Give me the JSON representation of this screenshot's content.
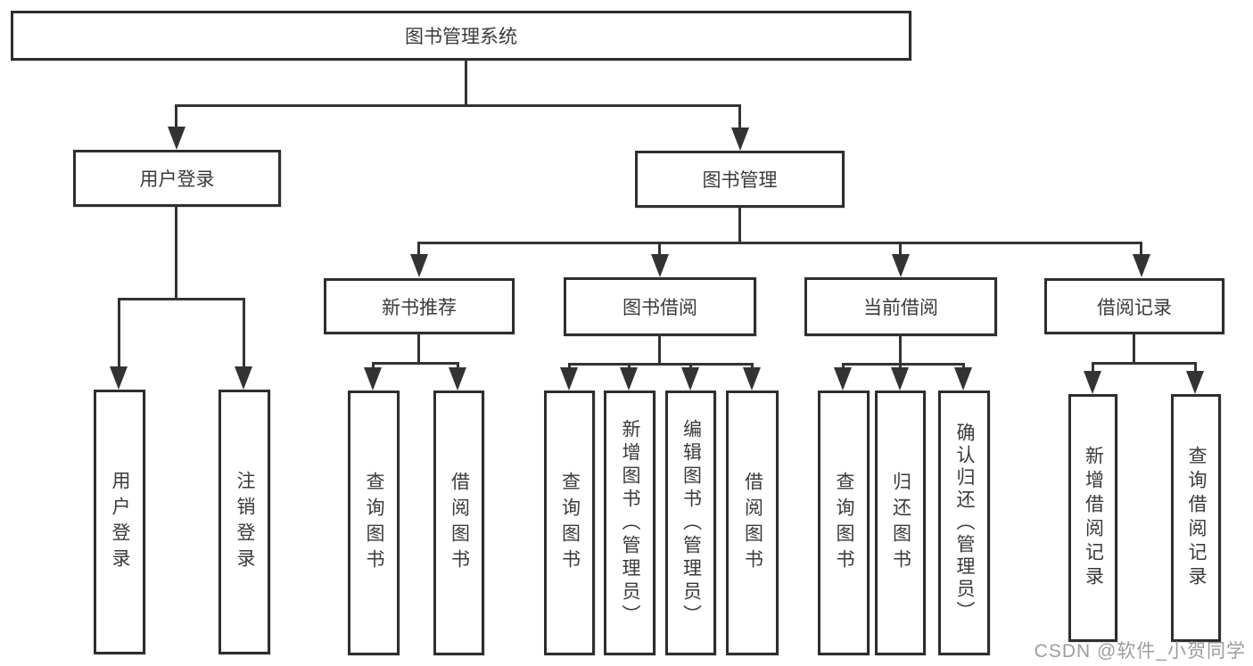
{
  "watermark": "CSDN @软件_小贺同学",
  "colors": {
    "background": "#ffffff",
    "box_border": "#2e2e2e",
    "connector": "#333333",
    "text": "#3a3a3a",
    "watermark_text": "#9d9d9d"
  },
  "nodes": {
    "root": "图书管理系统",
    "user_login": "用户登录",
    "book_mgmt": "图书管理",
    "new_book_rec": "新书推荐",
    "book_borrow": "图书借阅",
    "current_borrow": "当前借阅",
    "borrow_record": "借阅记录"
  },
  "leaves": {
    "user_login": "用户登录",
    "logout": "注销登录",
    "query_book_1": "查询图书",
    "borrow_book_1": "借阅图书",
    "query_book_2": "查询图书",
    "add_book_admin": "新增图书（管理员）",
    "edit_book_admin": "编辑图书（管理员）",
    "borrow_book_2": "借阅图书",
    "query_book_3": "查询图书",
    "return_book": "归还图书",
    "confirm_return_admin": "确认归还（管理员）",
    "add_borrow_record": "新增借阅记录",
    "query_borrow_record": "查询借阅记录"
  }
}
